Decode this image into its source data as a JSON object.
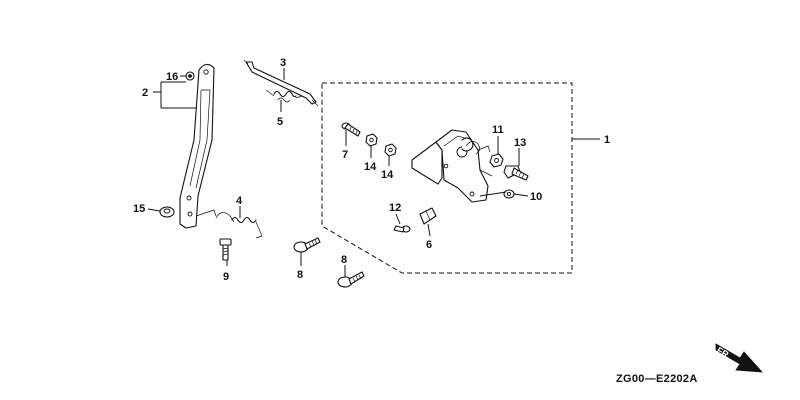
{
  "callouts": {
    "c1": "1",
    "c2": "2",
    "c3": "3",
    "c4": "4",
    "c5": "5",
    "c6": "6",
    "c7": "7",
    "c8a": "8",
    "c8b": "8",
    "c9": "9",
    "c10": "10",
    "c11": "11",
    "c12": "12",
    "c13": "13",
    "c14a": "14",
    "c14b": "14",
    "c15": "15",
    "c16": "16"
  },
  "footer": {
    "direction_label": "FR.",
    "drawing_code": "ZG00—E2202A"
  }
}
